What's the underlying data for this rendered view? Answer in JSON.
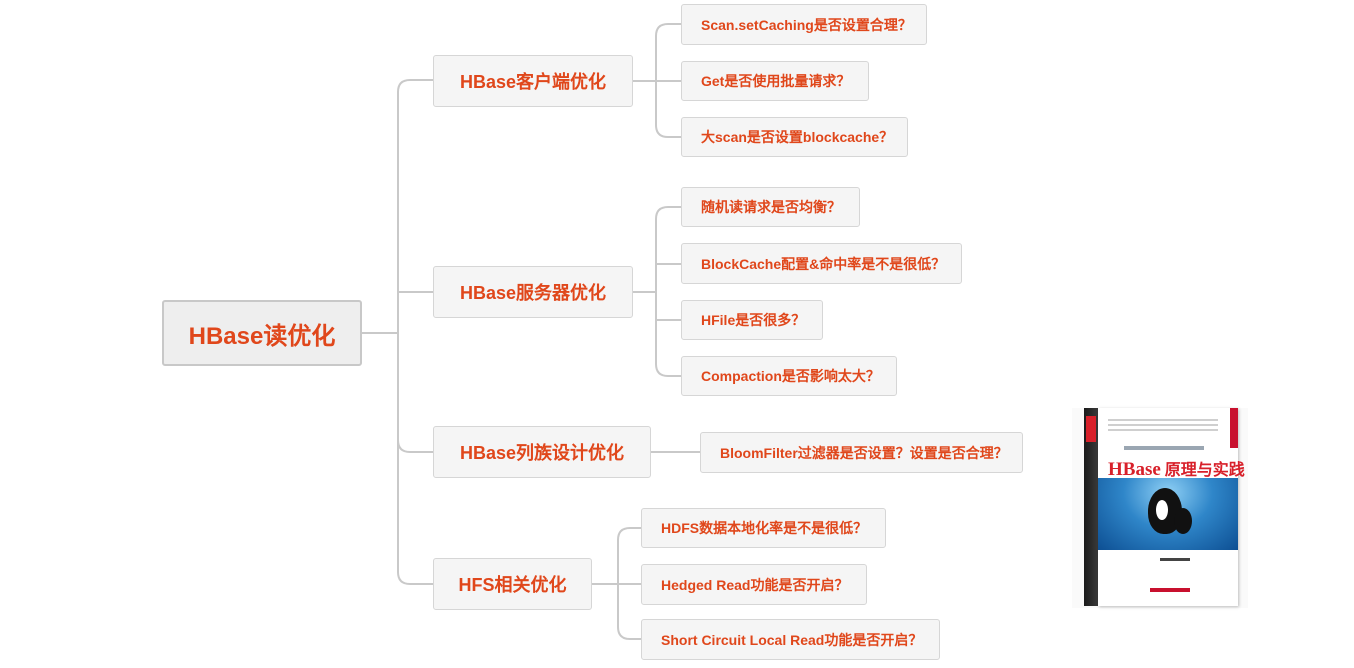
{
  "root": {
    "label": "HBase读优化"
  },
  "branches": [
    {
      "label": "HBase客户端优化",
      "items": [
        "Scan.setCaching是否设置合理？",
        "Get是否使用批量请求？",
        "大scan是否设置blockcache？"
      ]
    },
    {
      "label": "HBase服务器优化",
      "items": [
        "随机读请求是否均衡？",
        "BlockCache配置&命中率是不是很低？",
        "HFile是否很多？",
        "Compaction是否影响太大？"
      ]
    },
    {
      "label": "HBase列族设计优化",
      "items": [
        "BloomFilter过滤器是否设置？设置是否合理？"
      ]
    },
    {
      "label": "HFS相关优化",
      "items": [
        "HDFS数据本地化率是不是很低？",
        "Hedged Read功能是否开启？",
        "Short Circuit Local Read功能是否开启？"
      ]
    }
  ],
  "book": {
    "title_latin": "HBase",
    "title_cjk": "原理与实践"
  },
  "colors": {
    "text": "#e0471b",
    "connector": "#c9c9c9",
    "node_fill": "#f5f5f5",
    "node_border": "#d6d6d6"
  }
}
